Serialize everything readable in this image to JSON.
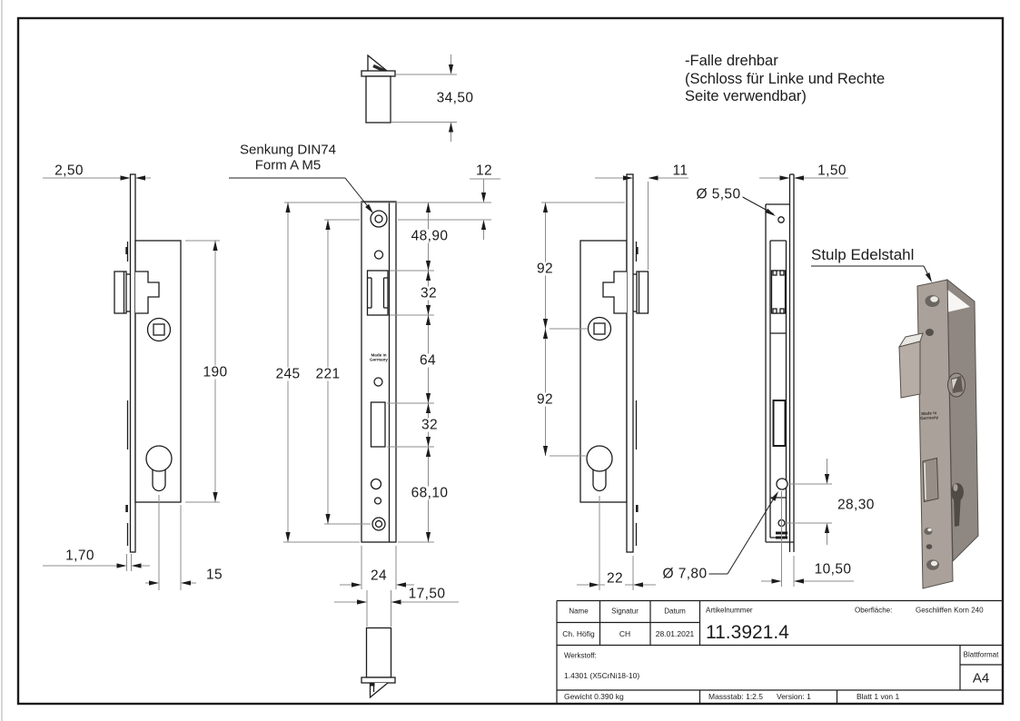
{
  "drawing": {
    "notes": {
      "falle": "-Falle drehbar\n(Schloss für Linke und Rechte\nSeite verwendbar)",
      "senkung": "Senkung DIN74\nForm A M5",
      "stulp": "Stulp Edelstahl",
      "made_in": "Made in\nGermany"
    },
    "dims": {
      "w2_50": "2,50",
      "h34_50": "34,50",
      "h12": "12",
      "h48_90": "48,90",
      "h32a": "32",
      "h64": "64",
      "h32b": "32",
      "h68_10": "68,10",
      "h245": "245",
      "h221": "221",
      "h190": "190",
      "t1_70": "1,70",
      "w15": "15",
      "w24": "24",
      "w17_50": "17,50",
      "w11": "11",
      "h92a": "92",
      "h92b": "92",
      "t1_50": "1,50",
      "d5_50": "Ø 5,50",
      "h28_30": "28,30",
      "d7_80": "Ø 7,80",
      "w10_50": "10,50",
      "w22": "22"
    },
    "title_block": {
      "name_label": "Name",
      "signatur_label": "Signatur",
      "datum_label": "Datum",
      "name_value": "Ch. Höfig",
      "signatur_value": "CH",
      "datum_value": "28.01.2021",
      "artikelnummer_label": "Artikelnummer",
      "artikelnummer_value": "11.3921.4",
      "oberflaeche_label": "Oberfläche:",
      "oberflaeche_value": "Geschliffen Korn 240",
      "werkstoff_label": "Werkstoff:",
      "werkstoff_value": "1.4301 (X5CrNi18-10)",
      "blattformat_label": "Blattformat",
      "blattformat_value": "A4",
      "gewicht": "Gewicht 0.390 kg",
      "massstab": "Massstab: 1:2.5",
      "version": "Version: 1",
      "blatt": "Blatt 1 von 1"
    },
    "colors": {
      "line": "#1c1c1c",
      "dim_line": "#8c8c8c",
      "steel_front": "#a9a19a",
      "steel_side": "#8f8781"
    }
  }
}
